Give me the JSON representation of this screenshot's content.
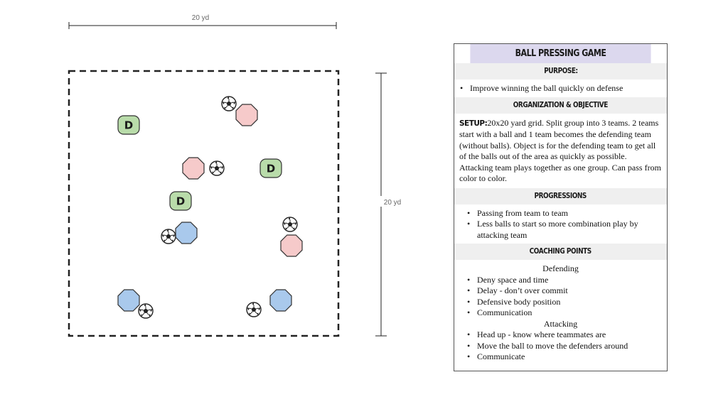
{
  "field": {
    "top_dimension": "20 yd",
    "side_dimension": "20 yd"
  },
  "colors": {
    "defender": "#b9dcaa",
    "team_pink": "#f6caca",
    "team_blue": "#a9c9ec",
    "card_title_bg": "#dcd8ee",
    "section_bg": "#efefef"
  },
  "players": {
    "defender_label": "D"
  },
  "card": {
    "title": "BALL PRESSING GAME",
    "purpose_heading": "PURPOSE:",
    "purpose_items": [
      "Improve winning the ball quickly on defense"
    ],
    "org_heading": "ORGANIZATION & OBJECTIVE",
    "setup_label": "SETUP:",
    "setup_text": "20x20 yard grid. Split group into 3 teams. 2 teams start with a ball and 1 team becomes the defending team (without balls). Object is for the defending team to get all of the balls out of the area as quickly as possible. Attacking team plays together as one group. Can pass from color to color.",
    "progressions_heading": "PROGRESSIONS",
    "progressions": [
      "Passing from team to team",
      "Less balls to start so more combination play by attacking team"
    ],
    "coaching_heading": "COACHING POINTS",
    "defending_label": "Defending",
    "defending_points": [
      "Deny space and time",
      "Delay - don’t over commit",
      "Defensive body position",
      "Communication"
    ],
    "attacking_label": "Attacking",
    "attacking_points": [
      "Head up - know where teammates are",
      "Move the ball to move the defenders around",
      "Communicate"
    ]
  }
}
